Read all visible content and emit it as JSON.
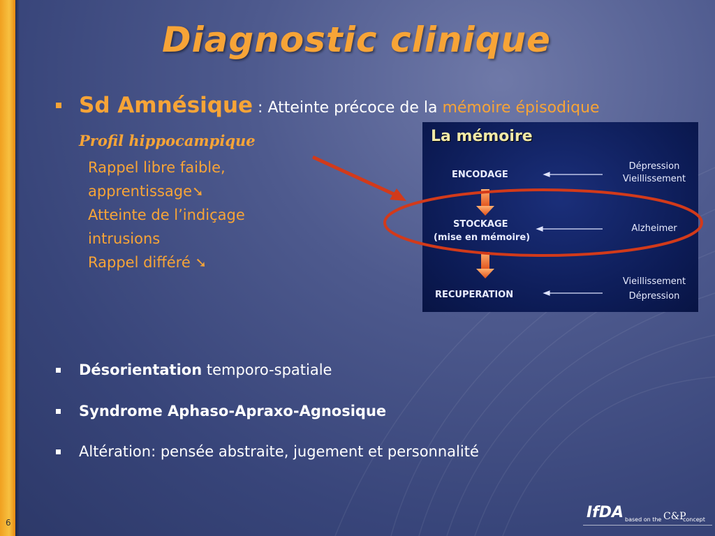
{
  "slide": {
    "title": "Diagnostic clinique",
    "page_number": "6"
  },
  "bullet1": {
    "head": "Sd Amnésique",
    "colon": " : ",
    "text": "Atteinte précoce de la ",
    "highlight": "mémoire épisodique",
    "profil": "Profil hippocampique",
    "lines": [
      "Rappel libre faible,",
      "apprentissage",
      "Atteinte de l’indiçage",
      "intrusions",
      "Rappel différé "
    ],
    "arrow_icon": "➘"
  },
  "memoire": {
    "title": "La mémoire",
    "encodage": "ENCODAGE",
    "stockage": "STOCKAGE",
    "stockage_sub": "(mise en mémoire)",
    "recuperation": "RECUPERATION",
    "right_enc_1": "Dépression",
    "right_enc_2": "Vieillissement",
    "right_stock": "Alzheimer",
    "right_rec_1": "Vieillissement",
    "right_rec_2": "Dépression"
  },
  "bullets": {
    "b2_bold": "Désorientation",
    "b2_rest": " temporo-spatiale",
    "b3": "Syndrome Aphaso-Apraxo-Agnosique",
    "b4": "Altération: pensée abstraite, jugement et personnalité"
  },
  "footer": {
    "logo": "IfDA",
    "based_on": "based on the",
    "cp": "C&P",
    "concept": "concept"
  },
  "colors": {
    "accent": "#f7a437",
    "background": "#4e5a8e",
    "ellipse": "#d23a1a"
  }
}
